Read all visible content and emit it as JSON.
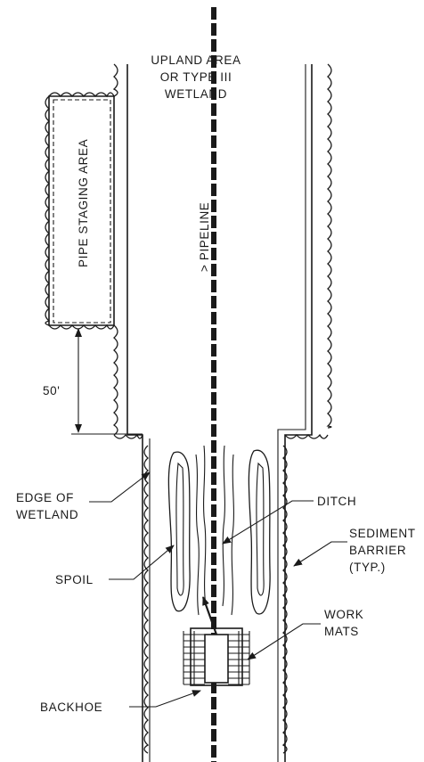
{
  "labels": {
    "upland_line1": "UPLAND AREA",
    "upland_line2": "OR TYPE III",
    "upland_line3": "WETLAND",
    "pipe_staging": "PIPE STAGING AREA",
    "pipeline": "> PIPELINE",
    "dimension": "50'",
    "edge_line1": "EDGE OF",
    "edge_line2": "WETLAND",
    "ditch": "DITCH",
    "sediment_line1": "SEDIMENT",
    "sediment_line2": "BARRIER",
    "sediment_line3": "(TYP.)",
    "spoil": "SPOIL",
    "work_line1": "WORK",
    "work_line2": "MATS",
    "backhoe": "BACKHOE"
  },
  "colors": {
    "ink": "#1a1a1a",
    "background": "#ffffff"
  }
}
